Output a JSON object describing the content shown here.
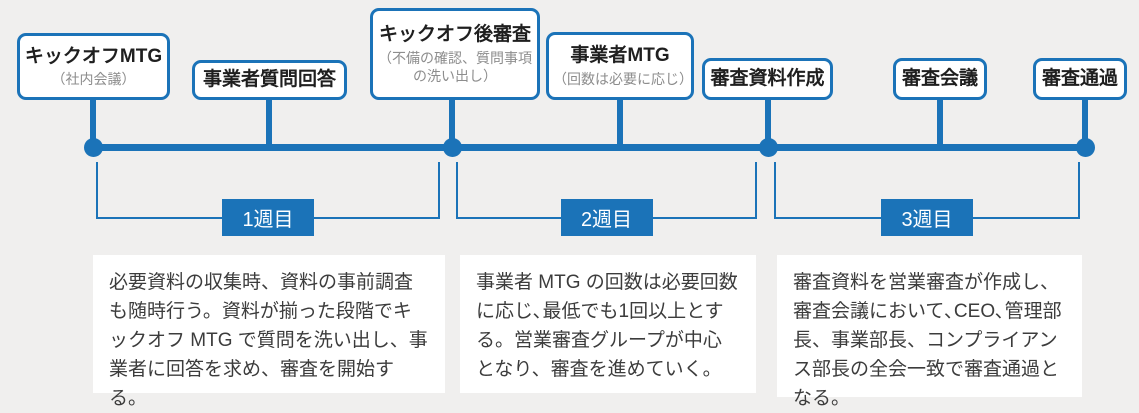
{
  "colors": {
    "accent": "#1b73b8",
    "background": "#f0efee",
    "box_bg": "#ffffff",
    "title": "#1f1f1f",
    "subtitle": "#8d8d8d",
    "body": "#3c3c3c"
  },
  "timeline": {
    "nodes": [
      {
        "title": "キックオフMTG",
        "subtitle": "（社内会議）"
      },
      {
        "title": "事業者質問回答",
        "subtitle": ""
      },
      {
        "title": "キックオフ後審査",
        "subtitle": "（不備の確認、質問事項の洗い出し）"
      },
      {
        "title": "事業者MTG",
        "subtitle": "（回数は必要に応じ）"
      },
      {
        "title": "審査資料作成",
        "subtitle": ""
      },
      {
        "title": "審査会議",
        "subtitle": ""
      },
      {
        "title": "審査通過",
        "subtitle": ""
      }
    ],
    "weeks": [
      {
        "label": "1週目",
        "description": "必要資料の収集時、資料の事前調査も随時行う。資料が揃った段階でキックオフ MTG で質問を洗い出し、事業者に回答を求め、審査を開始する。"
      },
      {
        "label": "2週目",
        "description": "事業者 MTG の回数は必要回数に応じ､最低でも1回以上とする。営業審査グループが中心となり、審査を進めていく。"
      },
      {
        "label": "3週目",
        "description": "審査資料を営業審査が作成し、審査会議において､CEO､管理部長、事業部長、コンプライアンス部長の全会一致で審査通過となる。"
      }
    ]
  }
}
